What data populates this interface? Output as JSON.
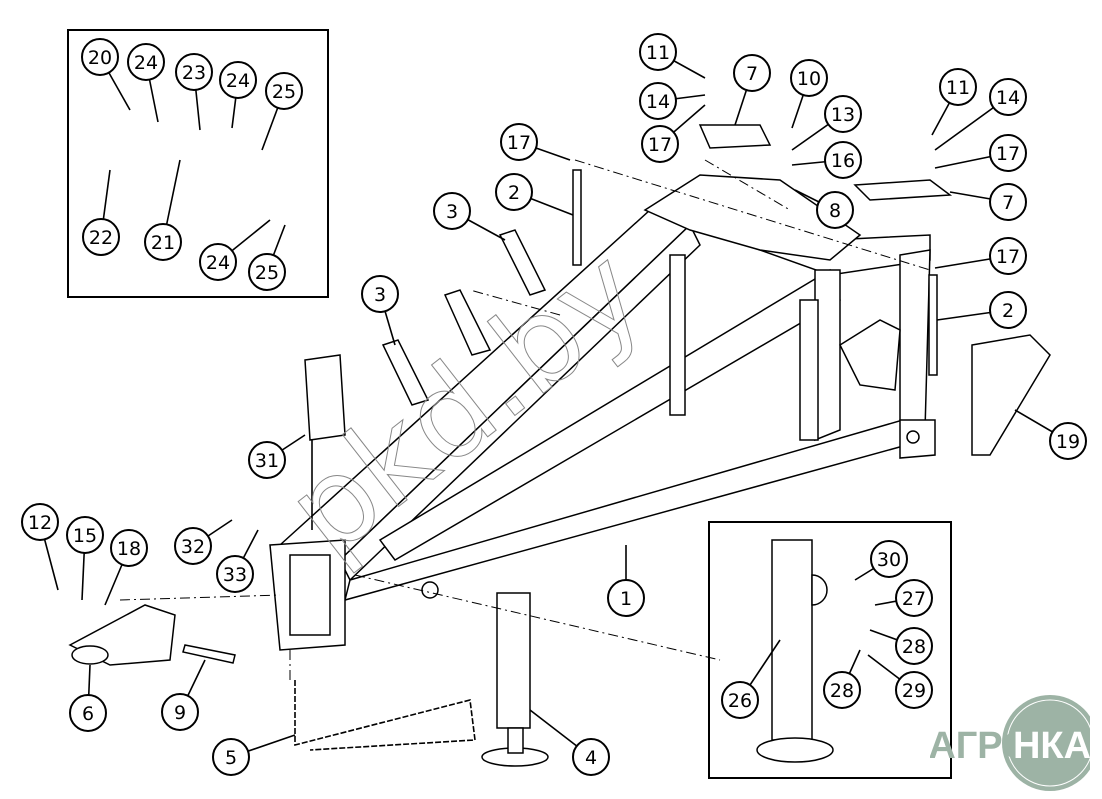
{
  "diagram": {
    "watermark": "pkd.by",
    "logo_text": {
      "left": "АГРО",
      "right": "НКА"
    },
    "callouts": [
      "20",
      "24",
      "23",
      "24",
      "25",
      "22",
      "21",
      "24",
      "25",
      "11",
      "7",
      "10",
      "14",
      "13",
      "17",
      "16",
      "8",
      "17",
      "2",
      "3",
      "3",
      "11",
      "14",
      "17",
      "7",
      "17",
      "2",
      "19",
      "31",
      "32",
      "33",
      "12",
      "15",
      "18",
      "1",
      "6",
      "9",
      "5",
      "4",
      "30",
      "27",
      "28",
      "26",
      "28",
      "29"
    ]
  }
}
